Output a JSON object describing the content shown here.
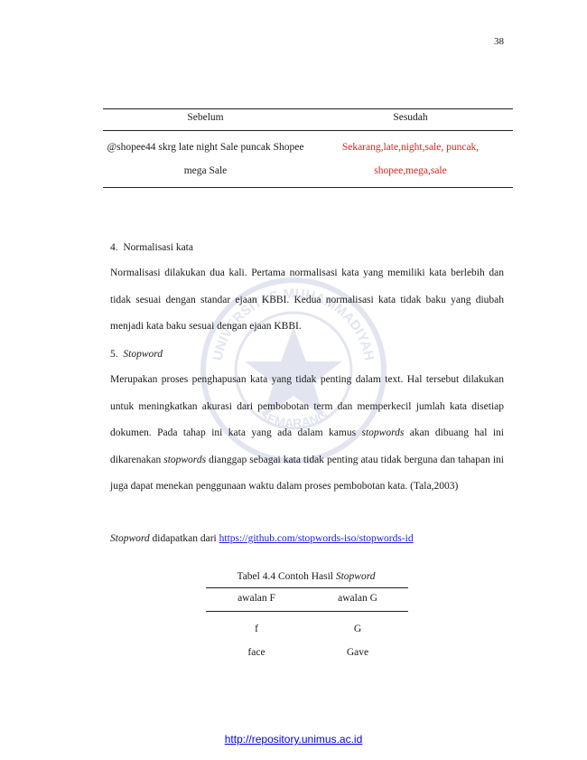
{
  "page_number": "38",
  "watermark": {
    "text_top": "UNIVERSITAS MUHAMMADIYAH",
    "text_bottom": "SEMARANG"
  },
  "table1": {
    "headers": [
      "Sebelum",
      "Sesudah"
    ],
    "before": "@shopee44 skrg late night Sale puncak Shopee mega Sale",
    "after": "Sekarang,late,night,sale, puncak, shopee,mega,sale",
    "after_color": "#e02020"
  },
  "section4": {
    "number": "4.",
    "title": "Normalisasi kata",
    "paragraph": "Normalisasi dilakukan dua kali. Pertama normalisasi kata yang memiliki kata berlebih dan tidak sesuai dengan standar ejaan KBBI. Kedua normalisasi kata tidak baku yang diubah menjadi kata baku sesuai dengan ejaan KBBI."
  },
  "section5": {
    "number": "5.",
    "title": "Stopword",
    "p_a": "Merupakan proses penghapusan kata yang tidak penting dalam text. Hal tersebut dilakukan untuk meningkatkan akurasi dari pembobotan term dan memperkecil jumlah kata disetiap dokumen. Pada tahap ini kata yang ada dalam kamus ",
    "p_b": "stopwords",
    "p_c": " akan dibuang hal ini dikarenakan ",
    "p_d": "stopwords",
    "p_e": " dianggap sebagai kata tidak penting atau tidak berguna dan tahapan ini juga dapat menekan penggunaan waktu dalam proses pembobotan kata. (Tala,2003)"
  },
  "source": {
    "term": "Stopword",
    "text": " didapatkan dari ",
    "link": "https://github.com/stopwords-iso/stopwords-id"
  },
  "table2": {
    "caption_prefix": "Tabel 4.4 Contoh Hasil ",
    "caption_term": "Stopword",
    "headers": [
      "awalan F",
      "awalan G"
    ],
    "rows": [
      [
        "f",
        "G"
      ],
      [
        "face",
        "Gave"
      ]
    ]
  },
  "footer": {
    "link": "http://repository.unimus.ac.id"
  }
}
